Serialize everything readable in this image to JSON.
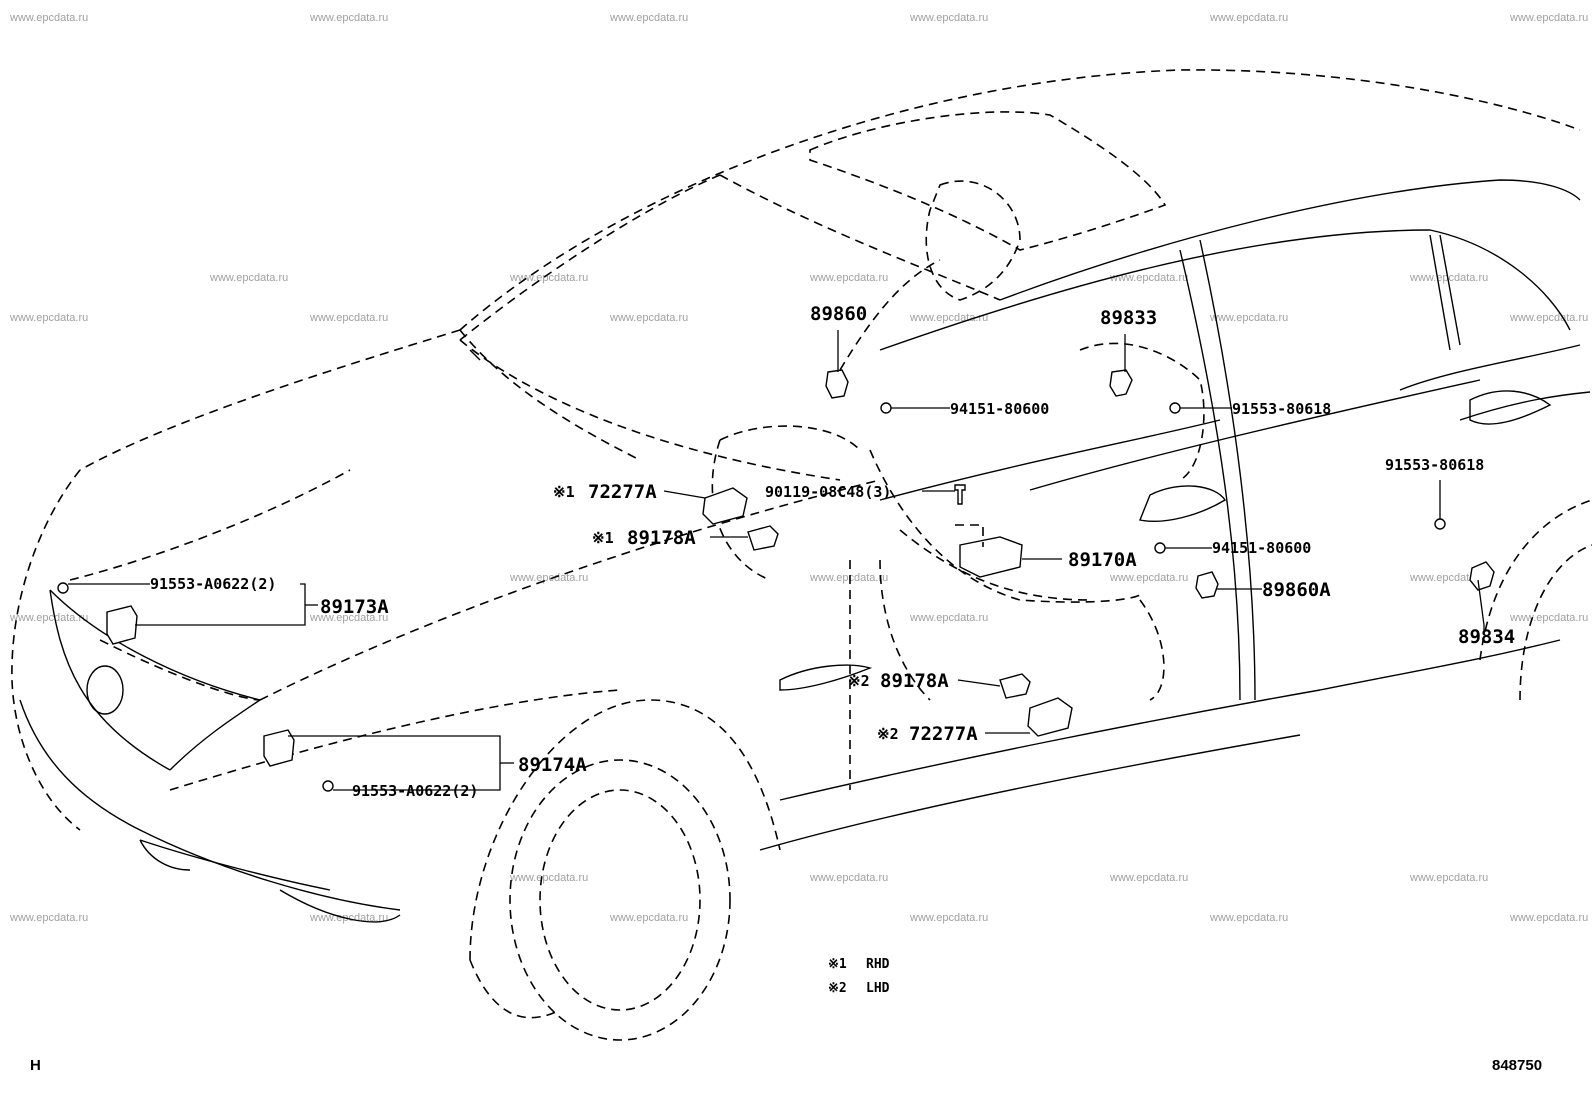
{
  "diagram": {
    "watermark": "www.epcdata.ru",
    "corner_left": "H",
    "corner_right": "848750",
    "colors": {
      "ink": "#000000",
      "watermark": "#a0a0a0",
      "background": "#ffffff"
    },
    "callouts": {
      "p89860": "89860",
      "p89833": "89833",
      "p94151_80600_a": "94151-80600",
      "p91553_80618_a": "91553-80618",
      "p91553_80618_b": "91553-80618",
      "p72277A_1": "72277A",
      "p90119": "90119-08C48(3)",
      "p89178A_1": "89178A",
      "p89170A": "89170A",
      "p94151_80600_b": "94151-80600",
      "p89860A": "89860A",
      "p91553_A0622_a": "91553-A0622(2)",
      "p89173A": "89173A",
      "p89834": "89834",
      "p89178A_2": "89178A",
      "p72277A_2": "72277A",
      "p89174A": "89174A",
      "p91553_A0622_b": "91553-A0622(2)"
    },
    "marks": {
      "m1_a": "※1",
      "m1_b": "※1",
      "m2_a": "※2",
      "m2_b": "※2"
    },
    "legend": [
      {
        "mark": "※1",
        "text": "RHD"
      },
      {
        "mark": "※2",
        "text": "LHD"
      }
    ]
  }
}
